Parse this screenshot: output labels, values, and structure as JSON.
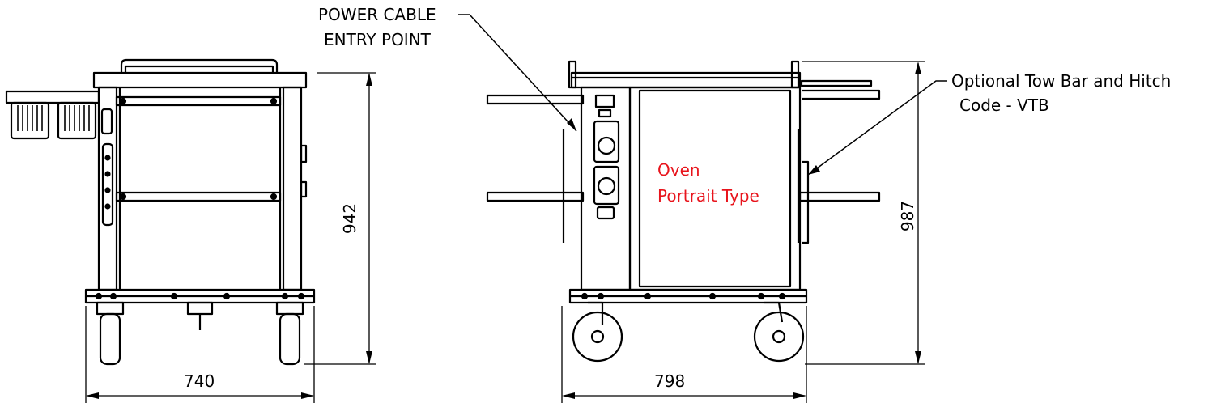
{
  "callouts": {
    "power_cable_line1": "POWER CABLE",
    "power_cable_line2": "ENTRY POINT",
    "tow_bar_line1": "Optional Tow Bar and Hitch",
    "tow_bar_line2": "Code - VTB"
  },
  "oven_label": {
    "line1": "Oven",
    "line2": "Portrait Type",
    "color": "#e8141c"
  },
  "dimensions": {
    "front_width": "740",
    "front_height": "942",
    "side_width": "798",
    "side_height": "987"
  }
}
